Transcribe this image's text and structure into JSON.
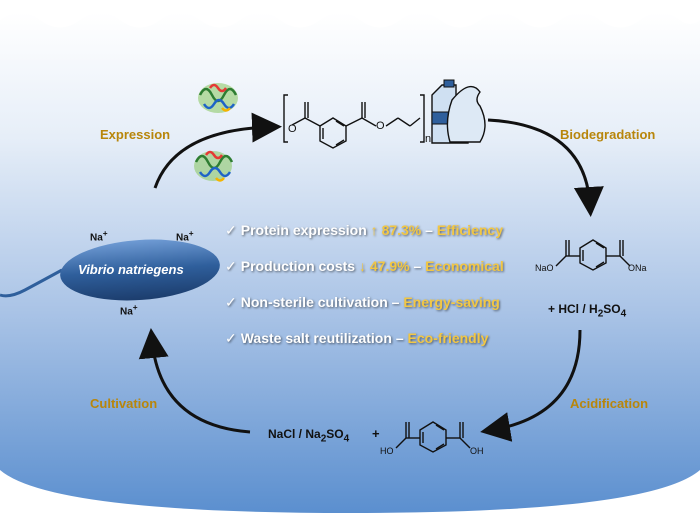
{
  "stages": {
    "expression": "Expression",
    "biodegradation": "Biodegradation",
    "acidification": "Acidification",
    "cultivation": "Cultivation"
  },
  "organism": "Vibrio natriegens",
  "ions": [
    "Na",
    "Na",
    "Na"
  ],
  "ion_charge": "+",
  "features": [
    {
      "text": "Protein expression",
      "arrow": "↑",
      "value": "87.3%",
      "dash": "–",
      "highlight": "Efficiency"
    },
    {
      "text": "Production costs",
      "arrow": "↓",
      "value": "47.9%",
      "dash": "–",
      "highlight": "Economical"
    },
    {
      "text": "Non-sterile cultivation",
      "dash": "–",
      "highlight": "Energy-saving"
    },
    {
      "text": "Waste salt reutilization",
      "dash": "–",
      "highlight": "Eco-friendly"
    }
  ],
  "check_mark": "✓",
  "reagents": {
    "acid": "+ HCl / H",
    "acid_sub": "2",
    "acid_tail": "SO",
    "acid_sub2": "4",
    "salt": "NaCl / Na",
    "salt_sub": "2",
    "salt_tail": "SO",
    "salt_sub2": "4",
    "plus": "+"
  },
  "molecule_labels": {
    "polymer_o1": "O",
    "polymer_o2": "O",
    "polymer_n": "n",
    "sodium_left": "NaO",
    "sodium_right": "ONa",
    "acid_left": "HO",
    "acid_right": "OH"
  },
  "colors": {
    "background_top": "#ffffff",
    "background_bottom": "#5b8fcf",
    "label_gold": "#b8860b",
    "highlight_gold": "#f2c744",
    "bacterium": "#2f5f9c"
  }
}
